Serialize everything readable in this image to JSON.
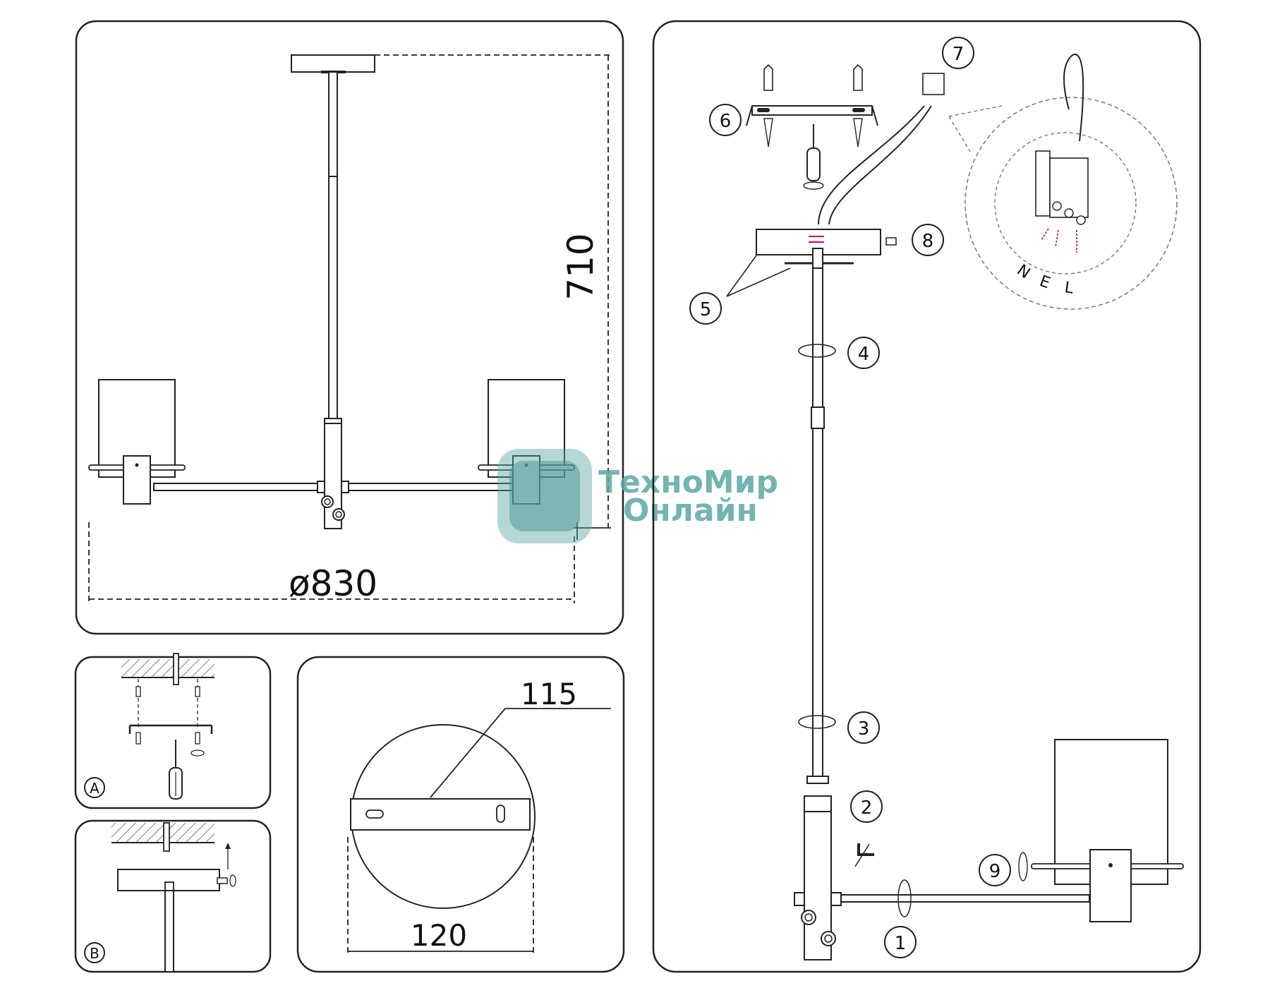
{
  "dimensions": {
    "height": "710",
    "diameter": "ø830",
    "plate_length": "115",
    "canopy_width": "120"
  },
  "callouts": [
    "1",
    "2",
    "3",
    "4",
    "5",
    "6",
    "7",
    "8",
    "9"
  ],
  "detail_labels": {
    "a": "A",
    "b": "B"
  },
  "wiring_labels": {
    "n": "N",
    "e": "E",
    "l": "L"
  },
  "watermark": {
    "line1": "ТехноМир",
    "line2": "Онлайн",
    "color": "#5aa7a3"
  },
  "colors": {
    "line": "#222222",
    "wire_highlight": "#d2006e"
  }
}
